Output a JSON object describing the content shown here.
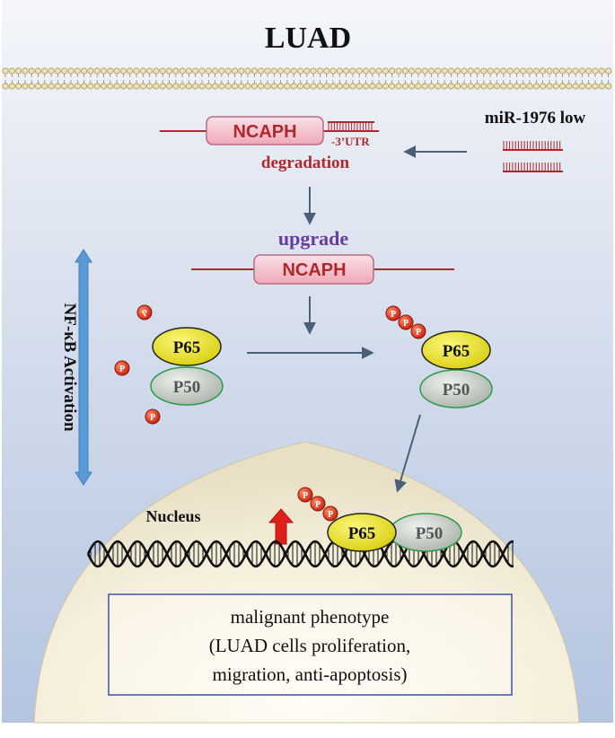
{
  "title": "LUAD",
  "mirna": {
    "label": "miR-1976 low"
  },
  "top_gene": {
    "label": "NCAPH",
    "utr_label": "-3’UTR",
    "status": "degradation"
  },
  "mid_gene": {
    "label": "NCAPH",
    "status": "upgrade"
  },
  "pathway": {
    "label": "NF-κB Activation"
  },
  "proteins": {
    "p65": "P65",
    "p50": "P50",
    "phospho": "P"
  },
  "nucleus": {
    "label": "Nucleus"
  },
  "phenotype": {
    "line1": "malignant phenotype",
    "line2": "(LUAD cells proliferation,",
    "line3": "migration, anti-apoptosis)"
  },
  "colors": {
    "gene_box": "#f2b8c4",
    "gene_text": "#b0272c",
    "mrna_line": "#b0272c",
    "upgrade_text": "#6a3aa0",
    "p65": "#e8e020",
    "p50": "#c8cfc8",
    "phospho": "#d8361c",
    "double_arrow": "#5b9bd5",
    "up_arrow": "#e0201a",
    "arrow": "#4a5f78",
    "nucleus": "#f0ead8",
    "phenotype_border": "#3a55a0"
  }
}
